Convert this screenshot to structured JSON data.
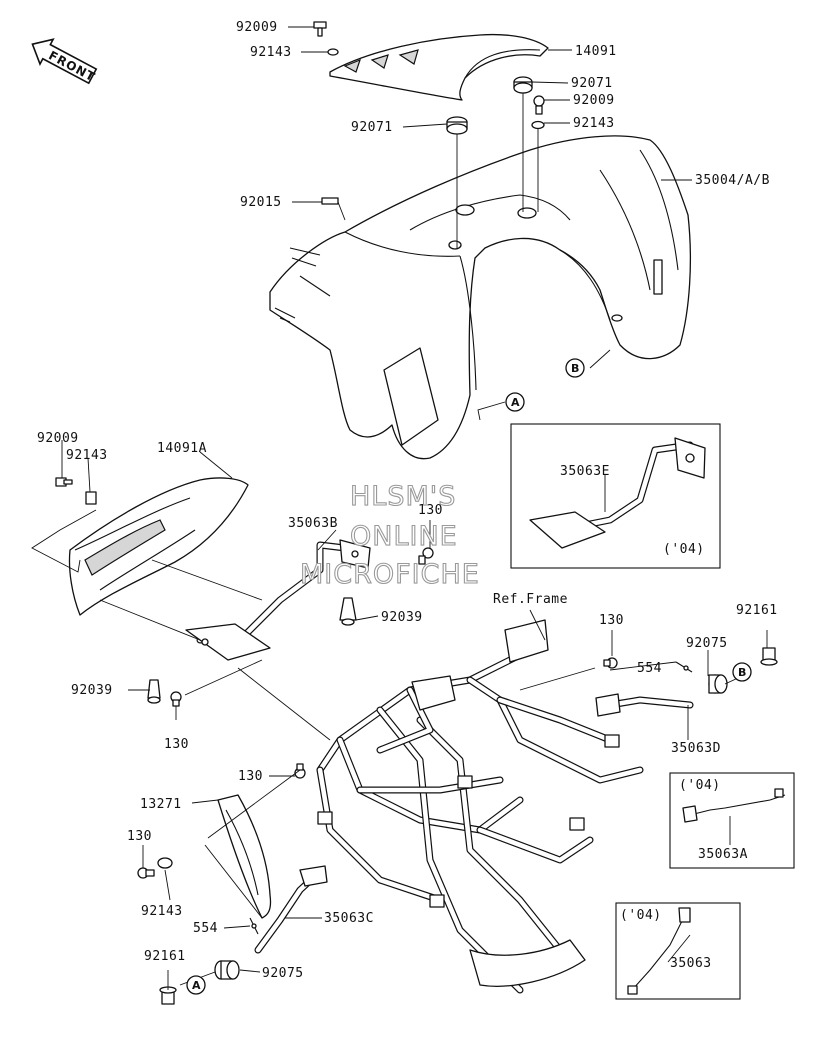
{
  "front_label": "FRONT",
  "watermark": [
    "HLSM'S",
    "ONLINE",
    "MICROFICHE"
  ],
  "ref_circles": {
    "A": "A",
    "B": "B"
  },
  "callouts": {
    "p92009_top": "92009",
    "p92143_top": "92143",
    "p14091": "14091",
    "p92071_right": "92071",
    "p92009_right": "92009",
    "p92143_right": "92143",
    "p92071_left": "92071",
    "p35004": "35004/A/B",
    "p92015": "92015",
    "p92009_left": "92009",
    "p92143_left": "92143",
    "p14091A": "14091A",
    "p130_upper": "130",
    "p35063B": "35063B",
    "p92039_right": "92039",
    "p35063E": "35063E",
    "p04_box1": "('04)",
    "ref_frame": "Ref.Frame",
    "p130_right": "130",
    "p92161_right": "92161",
    "p92075_right": "92075",
    "p554_right": "554",
    "p35063D": "35063D",
    "p92039_left": "92039",
    "p130_mid": "130",
    "p130_frame": "130",
    "p13271": "13271",
    "p04_box2": "('04)",
    "p35063A": "35063A",
    "p130_lower": "130",
    "p92143_lower": "92143",
    "p554_lower": "554",
    "p35063C": "35063C",
    "p04_box3": "('04)",
    "p92161_lower": "92161",
    "p92075_lower": "92075",
    "p35063": "35063"
  }
}
